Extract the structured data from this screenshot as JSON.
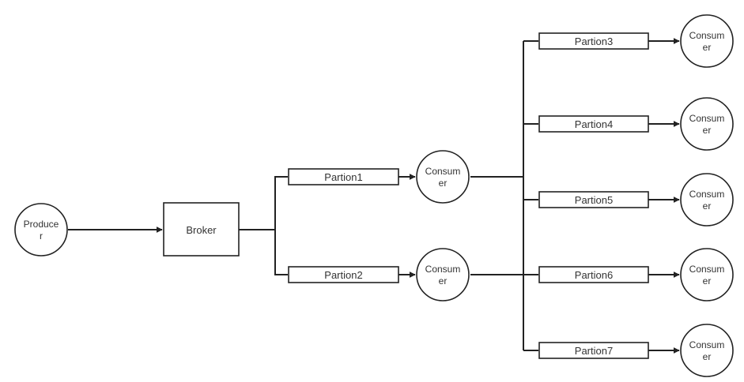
{
  "producer": {
    "line1": "Produce",
    "line2": "r"
  },
  "broker": {
    "label": "Broker"
  },
  "partitions": {
    "p1": "Partion1",
    "p2": "Partion2",
    "p3": "Partion3",
    "p4": "Partion4",
    "p5": "Partion5",
    "p6": "Partion6",
    "p7": "Partion7"
  },
  "consumers": {
    "c1": {
      "line1": "Consum",
      "line2": "er"
    },
    "c2": {
      "line1": "Consum",
      "line2": "er"
    },
    "c3": {
      "line1": "Consum",
      "line2": "er"
    },
    "c4": {
      "line1": "Consum",
      "line2": "er"
    },
    "c5": {
      "line1": "Consum",
      "line2": "er"
    },
    "c6": {
      "line1": "Consum",
      "line2": "er"
    },
    "c7": {
      "line1": "Consum",
      "line2": "er"
    }
  },
  "colors": {
    "stroke": "#222222",
    "text": "#333333",
    "background": "#ffffff"
  }
}
